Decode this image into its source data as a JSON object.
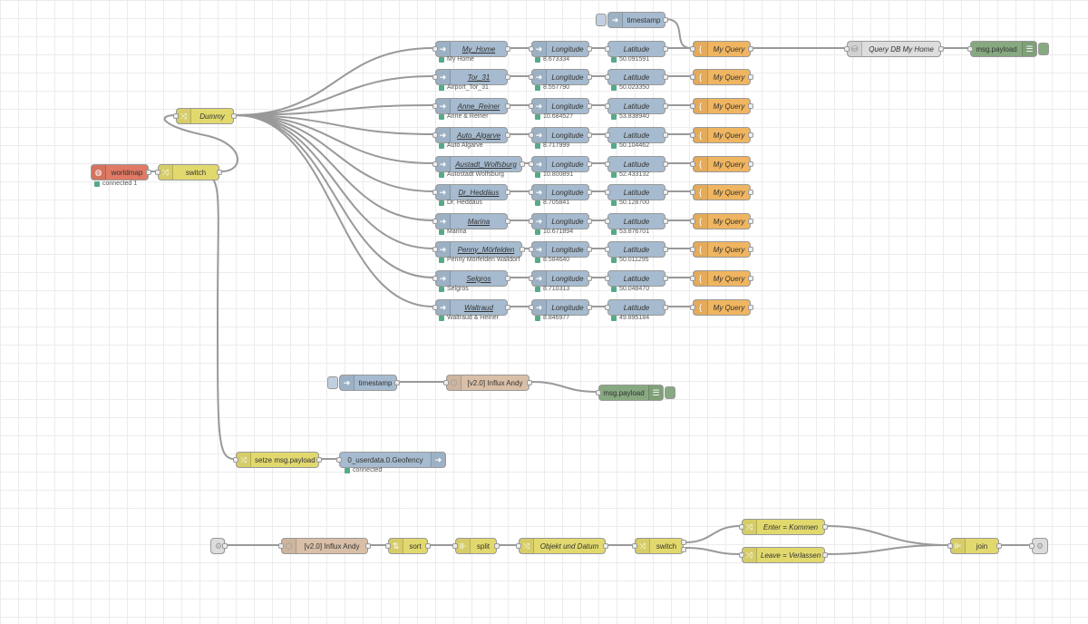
{
  "flow": {
    "top_timestamp": "timestamp",
    "worldmap": {
      "label": "worldmap",
      "status": "connected 1"
    },
    "switch_main": "switch",
    "dummy": "Dummy",
    "locations": [
      {
        "name": "My_Home",
        "status": "My Home",
        "lon": "Longitude",
        "lon_val": "8.673334",
        "lat": "Latitude",
        "lat_val": "50.091591",
        "query": "My Query"
      },
      {
        "name": "Tor_31",
        "status": "Airport_Tor_31",
        "lon": "Longitude",
        "lon_val": "8.557790",
        "lat": "Latitude",
        "lat_val": "50.023350",
        "query": "My Query"
      },
      {
        "name": "Anne_Reiner",
        "status": "Anne & Reiner",
        "lon": "Longitude",
        "lon_val": "10.684527",
        "lat": "Latitude",
        "lat_val": "53.838940",
        "query": "My Query"
      },
      {
        "name": "Auto_Algarve",
        "status": "Auto Algarve",
        "lon": "Longitude",
        "lon_val": "8.717999",
        "lat": "Latitude",
        "lat_val": "50.104462",
        "query": "My Query"
      },
      {
        "name": "Austadt_Wolfsburg",
        "status": "Autostadt Wolfsburg",
        "lon": "Longitude",
        "lon_val": "10.800891",
        "lat": "Latitude",
        "lat_val": "52.433132",
        "query": "My Query"
      },
      {
        "name": "Dr_Heddäus",
        "status": "Dr. Heddäus",
        "lon": "Longitude",
        "lon_val": "8.705841",
        "lat": "Latitude",
        "lat_val": "50.128700",
        "query": "My Query"
      },
      {
        "name": "Marina",
        "status": "Marina",
        "lon": "Longitude",
        "lon_val": "10.671894",
        "lat": "Latitude",
        "lat_val": "53.876701",
        "query": "My Query"
      },
      {
        "name": "Penny_Mörfelden",
        "status": "Penny Mörfelden Walldorf",
        "lon": "Longitude",
        "lon_val": "8.584640",
        "lat": "Latitude",
        "lat_val": "50.011295",
        "query": "My Query"
      },
      {
        "name": "Selgros",
        "status": "Selgros",
        "lon": "Longitude",
        "lon_val": "8.710313",
        "lat": "Latitude",
        "lat_val": "50.048470",
        "query": "My Query"
      },
      {
        "name": "Waltraud",
        "status": "Waltraud & Heiner",
        "lon": "Longitude",
        "lon_val": "8.846977",
        "lat": "Latitude",
        "lat_val": "49.895184",
        "query": "My Query"
      }
    ],
    "query_db": "Query DB My Home",
    "debug1": "msg.payload",
    "timestamp2": "timestamp",
    "influx1": "[v2.0] Influx Andy",
    "debug2": "msg.payload",
    "setze": "setze msg.payload",
    "geofency": {
      "label": "0_userdata.0.Geofency",
      "status": "connected"
    },
    "bottom": {
      "influx": "[v2.0] Influx Andy",
      "sort": "sort",
      "split": "split",
      "objekt": "Objekt und Datum",
      "switch": "switch",
      "enter": "Enter = Kommen",
      "leave": "Leave = Verlassen",
      "join": "join"
    }
  },
  "colors": {
    "function_blue": "#a6bbcf",
    "template_orange": "#f0b560",
    "change_yellow": "#e2d96e",
    "worldmap_red": "#e07a64",
    "debug_green": "#87a980",
    "influx_tan": "#d9bfa8"
  }
}
